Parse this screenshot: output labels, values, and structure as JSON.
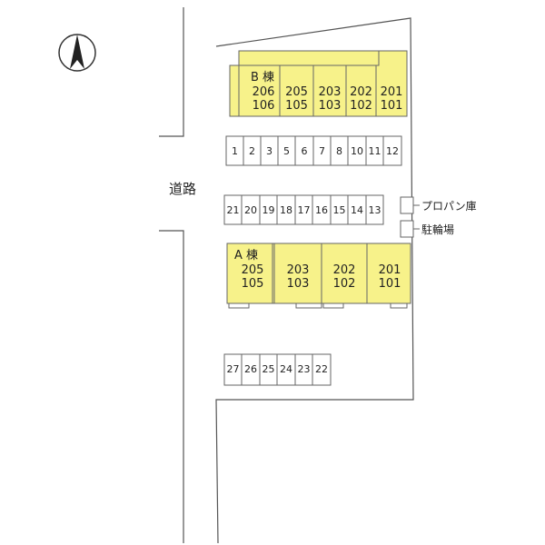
{
  "road_label": "道路",
  "north_symbol": "north-arrow",
  "building_b": {
    "name": "B 棟",
    "units": [
      {
        "upper": "206",
        "lower": "106"
      },
      {
        "upper": "205",
        "lower": "105"
      },
      {
        "upper": "203",
        "lower": "103"
      },
      {
        "upper": "202",
        "lower": "102"
      },
      {
        "upper": "201",
        "lower": "101"
      }
    ]
  },
  "building_a": {
    "name": "A 棟",
    "units": [
      {
        "upper": "205",
        "lower": "105"
      },
      {
        "upper": "203",
        "lower": "103"
      },
      {
        "upper": "202",
        "lower": "102"
      },
      {
        "upper": "201",
        "lower": "101"
      }
    ]
  },
  "parking_row1": [
    "1",
    "2",
    "3",
    "5",
    "6",
    "7",
    "8",
    "10",
    "11",
    "12"
  ],
  "parking_row2": [
    "21",
    "20",
    "19",
    "18",
    "17",
    "16",
    "15",
    "14",
    "13"
  ],
  "parking_row3": [
    "27",
    "26",
    "25",
    "24",
    "23",
    "22"
  ],
  "facilities": {
    "propane": "プロパン庫",
    "bicycle": "駐輪場"
  },
  "colors": {
    "building_fill": "#f7f28a",
    "line": "#555555"
  }
}
